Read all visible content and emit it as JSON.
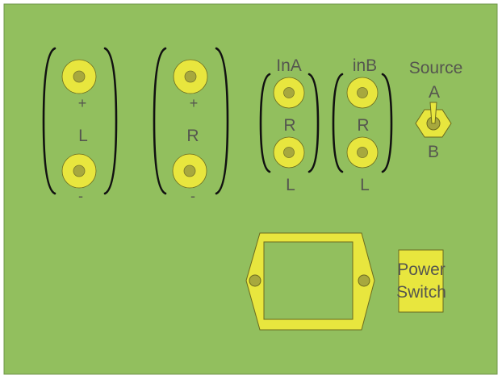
{
  "panel": {
    "background": "#92bf5e",
    "jack_color": "#e8e63e",
    "label_color": "#55564f",
    "bracket_color": "#111111"
  },
  "speaker_left": {
    "plus": "+",
    "name": "L",
    "minus": "-"
  },
  "speaker_right": {
    "plus": "+",
    "name": "R",
    "minus": "-"
  },
  "input_a": {
    "title": "InA",
    "top": "R",
    "bottom": "L"
  },
  "input_b": {
    "title": "inB",
    "top": "R",
    "bottom": "L"
  },
  "source": {
    "title": "Source",
    "option_a": "A",
    "option_b": "B"
  },
  "power": {
    "line1": "Power",
    "line2": "Switch"
  }
}
